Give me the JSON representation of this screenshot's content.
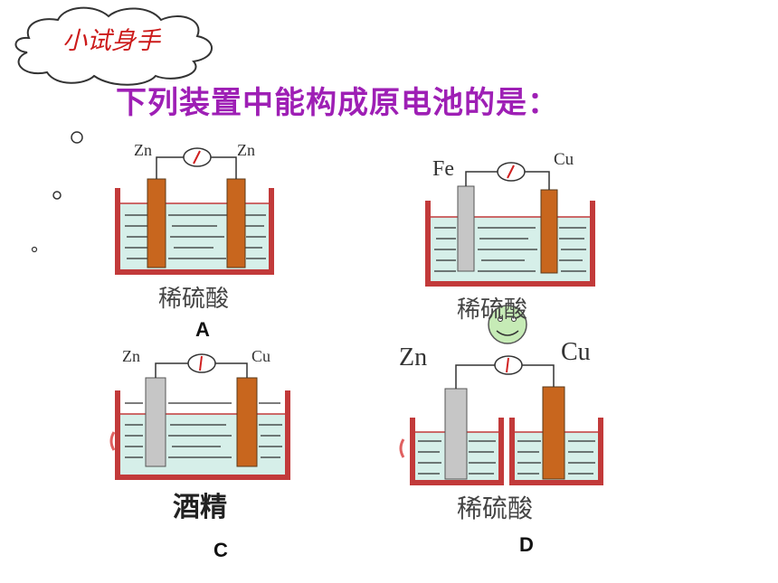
{
  "badge": {
    "text": "小试身手"
  },
  "title": "下列装置中能构成原电池的是：",
  "options": {
    "A": {
      "letter": "A",
      "left_electrode": "Zn",
      "right_electrode": "Zn",
      "solution": "稀硫酸"
    },
    "B": {
      "left_electrode": "Fe",
      "right_electrode": "Cu",
      "solution": "稀硫酸"
    },
    "C": {
      "letter": "C",
      "left_electrode": "Zn",
      "right_electrode": "Cu",
      "solution": "酒精"
    },
    "D": {
      "letter": "D",
      "left_electrode": "Zn",
      "right_electrode": "Cu",
      "solution": "稀硫酸"
    }
  },
  "colors": {
    "title": "#9e1fb5",
    "badge_text": "#cc1a1a",
    "copper_zinc_electrode": "#c8661e",
    "iron_electrode": "#c6c6c6",
    "container": "#c23a3a",
    "solution": "#d6efe9",
    "smiley": "#c6ebb6"
  },
  "icons": {
    "smiley": "smiley-face-icon",
    "meter": "galvanometer-icon"
  }
}
